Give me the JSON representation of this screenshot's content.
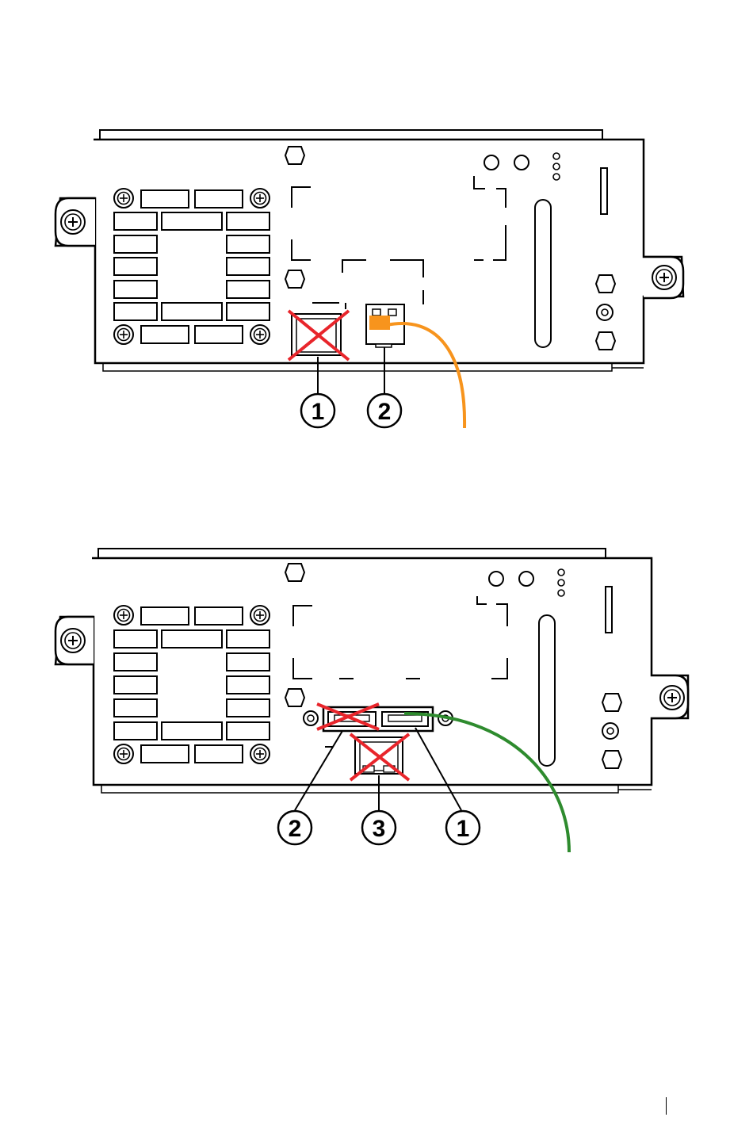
{
  "colors": {
    "line": "#000000",
    "disabled_mark": "#e8252b",
    "ethernet_cable": "#f7941d",
    "fc_cable": "#2e8b2e",
    "background": "#ffffff"
  },
  "figures": [
    {
      "id": "top-module",
      "callouts": [
        {
          "label": "1",
          "target": "disabled-port"
        },
        {
          "label": "2",
          "target": "ethernet-port-connected"
        }
      ],
      "cable_color": "ethernet_cable"
    },
    {
      "id": "bottom-module",
      "callouts": [
        {
          "label": "2",
          "target": "port-disabled-left"
        },
        {
          "label": "3",
          "target": "port-disabled-lower"
        },
        {
          "label": "1",
          "target": "port-connected"
        }
      ],
      "cable_color": "fc_cable"
    }
  ]
}
